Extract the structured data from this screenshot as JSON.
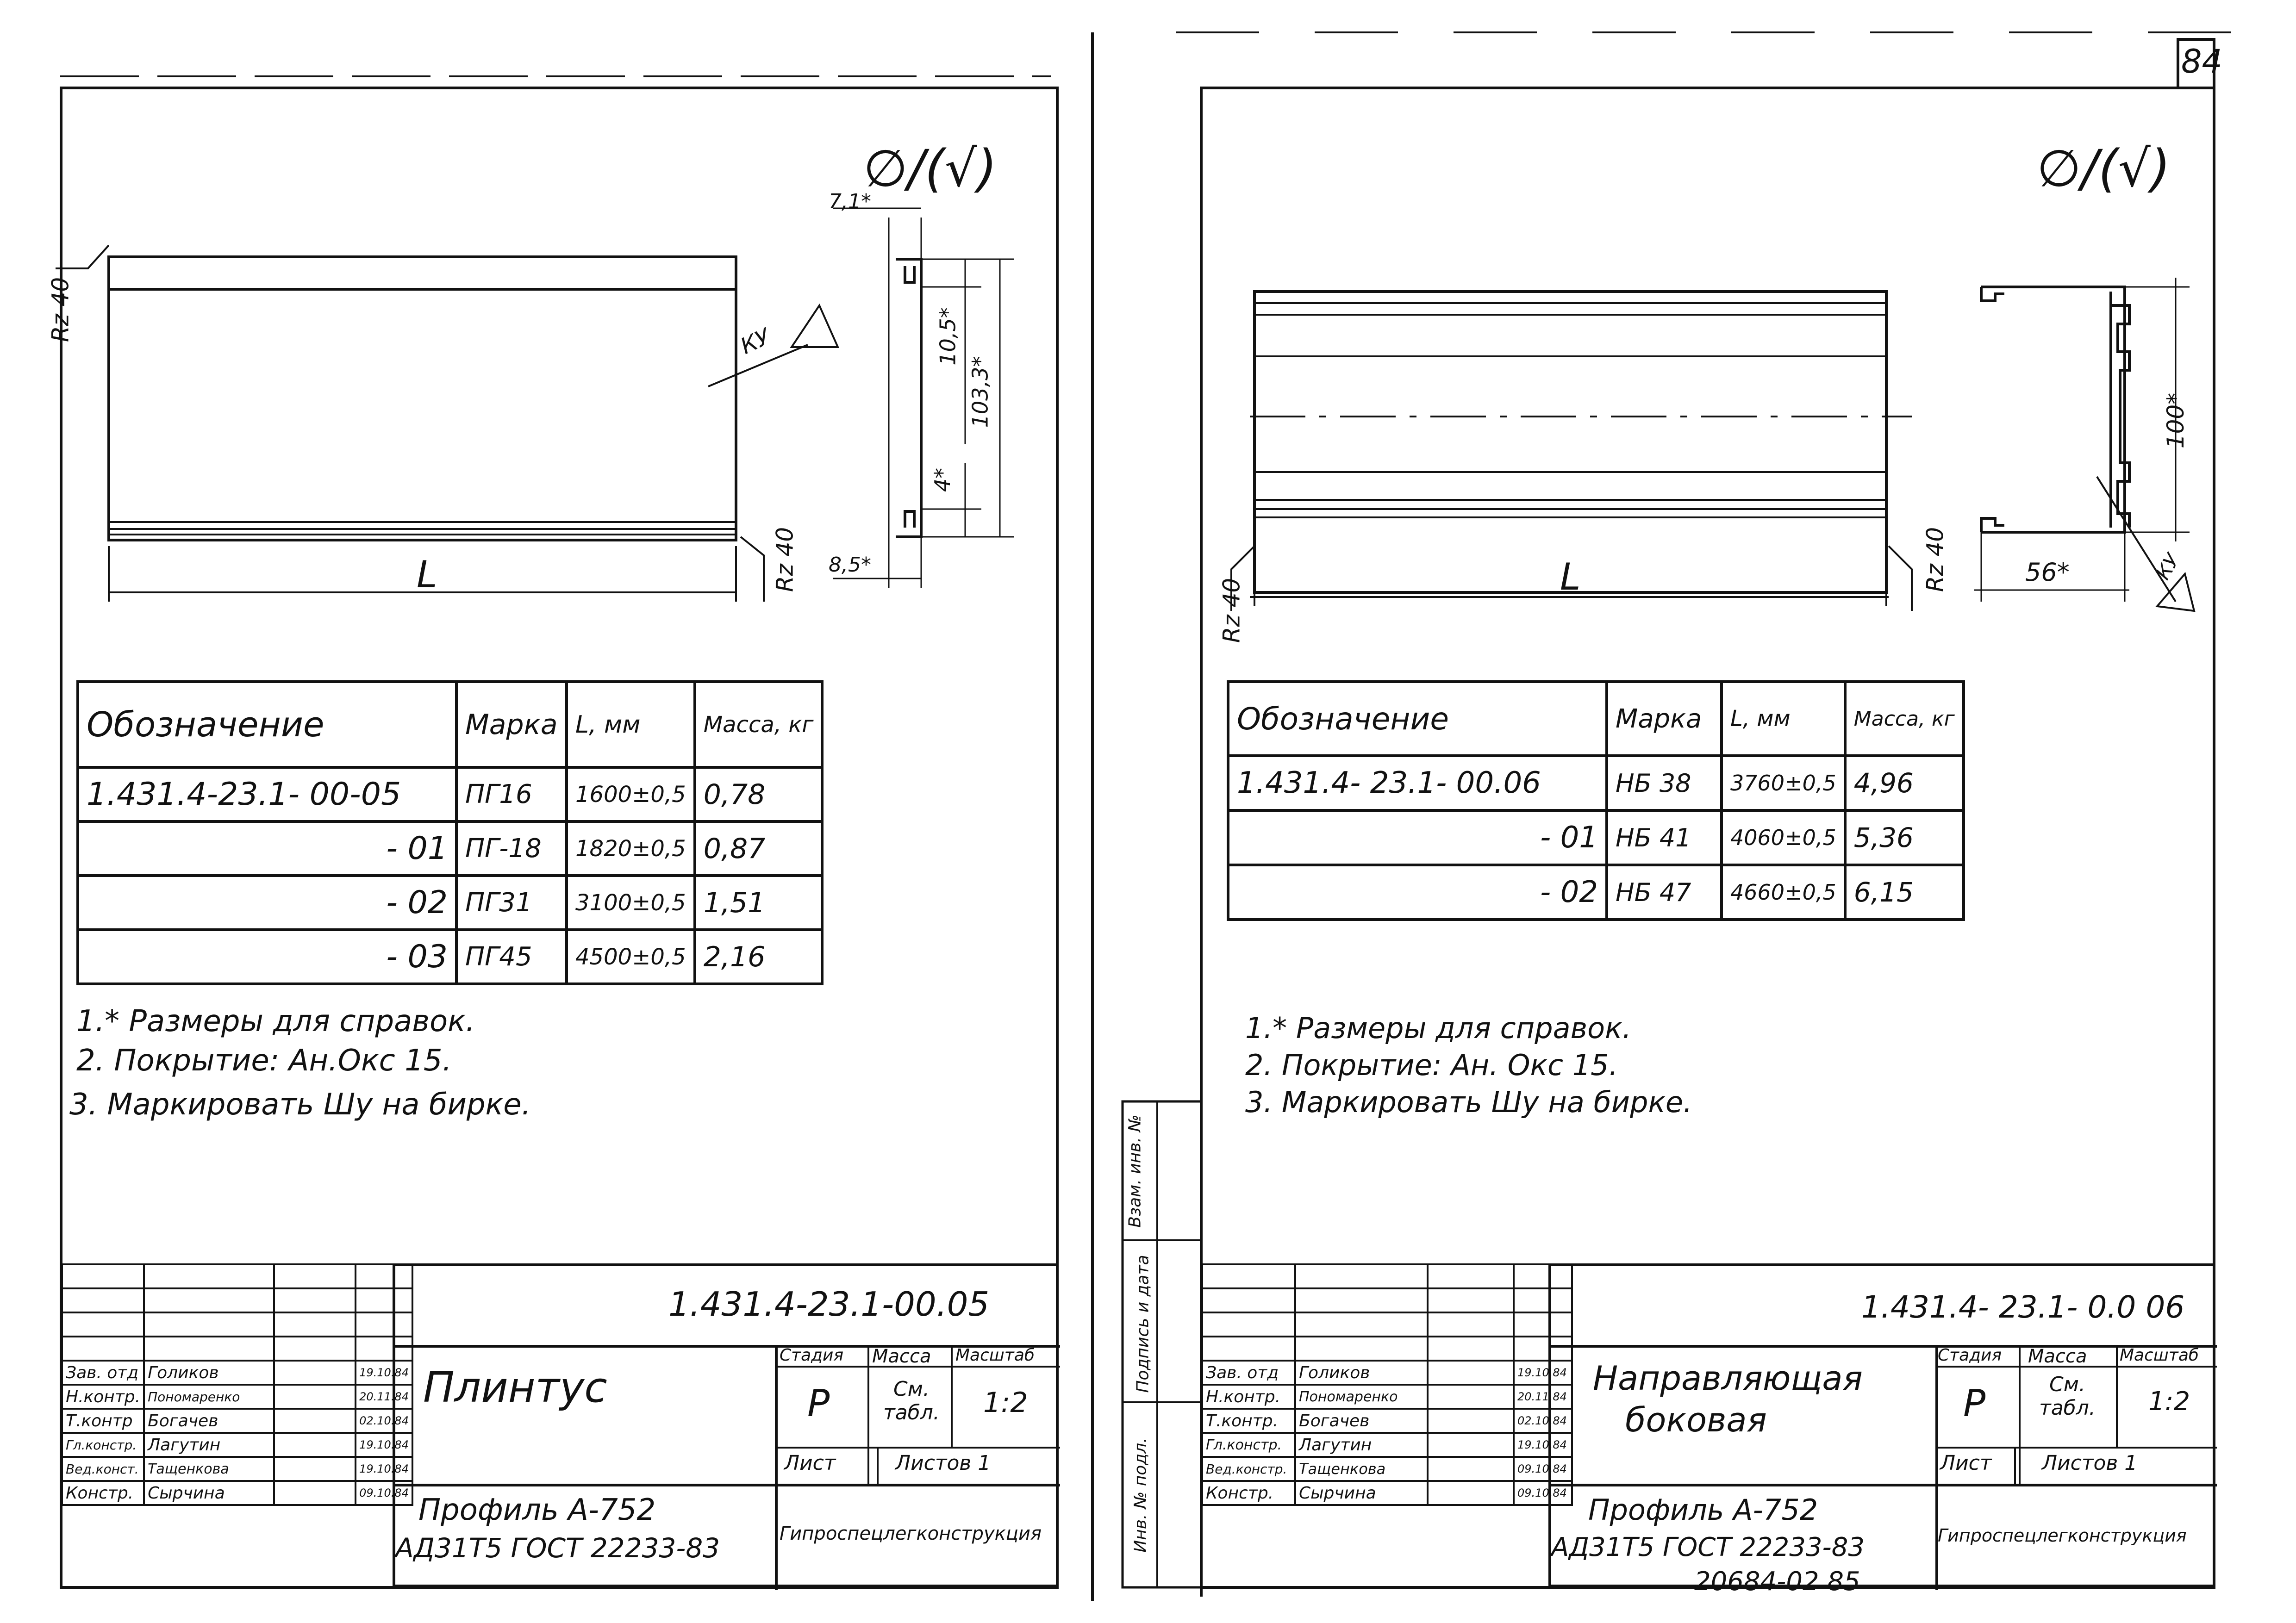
{
  "sheet_number": "84",
  "footer_stamp": "20684-02   85",
  "left": {
    "roughness_symbol": "∅/(√)",
    "rz_top": "Rz 40",
    "rz_bottom": "Rz 40",
    "length_label": "L",
    "marking": "КУ",
    "dims": [
      "7,1*",
      "10,5*",
      "103,3*",
      "4*",
      "8,5*"
    ],
    "table": {
      "headers": [
        "Обозначение",
        "Марка",
        "L, мм",
        "Масса, кг"
      ],
      "rows": [
        [
          "1.431.4-23.1- 00-05",
          "ПГ16",
          "1600±0,5",
          "0,78"
        ],
        [
          "- 01",
          "ПГ-18",
          "1820±0,5",
          "0,87"
        ],
        [
          "- 02",
          "ПГ31",
          "3100±0,5",
          "1,51"
        ],
        [
          "- 03",
          "ПГ45",
          "4500±0,5",
          "2,16"
        ]
      ]
    },
    "notes": [
      "1.* Размеры для справок.",
      "2. Покрытие: Ан.Окс 15.",
      "3. Маркировать Шу на бирке."
    ],
    "title_block": {
      "doc_code": "1.431.4-23.1-00.05",
      "name": "Плинтус",
      "stage_h": "Стадия",
      "mass_h": "Масса",
      "scale_h": "Масштаб",
      "stage": "Р",
      "mass": "См. табл.",
      "scale": "1:2",
      "sheet": "Лист",
      "sheets": "Листов 1",
      "material1": "Профиль А-752",
      "material2": "АД31Т5 ГОСТ 22233-83",
      "org": "Гипроспецлегконструкция",
      "signers": [
        [
          "Зав. отд",
          "Голиков",
          "19.10.84"
        ],
        [
          "Н.контр.",
          "Пономаренко",
          "20.11.84"
        ],
        [
          "Т.контр",
          "Богачев",
          "02.10.84"
        ],
        [
          "Гл.констр.",
          "Лагутин",
          "19.10.84"
        ],
        [
          "Вед.конст.",
          "Тащенкова",
          "19.10.84"
        ],
        [
          "Констр.",
          "Сырчина",
          "09.10.84"
        ]
      ]
    }
  },
  "right": {
    "roughness_symbol": "∅/(√)",
    "rz_left": "Rz 40",
    "rz_right": "Rz 40",
    "length_label": "L",
    "marking": "КУ",
    "dims": [
      "100*",
      "56*"
    ],
    "table": {
      "headers": [
        "Обозначение",
        "Марка",
        "L, мм",
        "Масса, кг"
      ],
      "rows": [
        [
          "1.431.4- 23.1- 00.06",
          "НБ 38",
          "3760±0,5",
          "4,96"
        ],
        [
          "- 01",
          "НБ 41",
          "4060±0,5",
          "5,36"
        ],
        [
          "- 02",
          "НБ 47",
          "4660±0,5",
          "6,15"
        ]
      ]
    },
    "notes": [
      "1.* Размеры для справок.",
      "2. Покрытие: Ан. Окс 15.",
      "3. Маркировать Шу на бирке."
    ],
    "side_labels": [
      "Взам. инв. №",
      "Подпись и дата",
      "Инв. № подл."
    ],
    "title_block": {
      "doc_code": "1.431.4- 23.1- 0.0 06",
      "name1": "Направляющая",
      "name2": "боковая",
      "stage_h": "Стадия",
      "mass_h": "Масса",
      "scale_h": "Масштаб",
      "stage": "Р",
      "mass": "См. табл.",
      "scale": "1:2",
      "sheet": "Лист",
      "sheets": "Листов 1",
      "material1": "Профиль А-752",
      "material2": "АД31Т5 ГОСТ 22233-83",
      "org": "Гипроспецлегконструкция",
      "signers": [
        [
          "Зав. отд",
          "Голиков",
          "19.10.84"
        ],
        [
          "Н.контр.",
          "Пономаренко",
          "20.11.84"
        ],
        [
          "Т.контр.",
          "Богачев",
          "02.10.84"
        ],
        [
          "Гл.констр.",
          "Лагутин",
          "19.10.84"
        ],
        [
          "Вед.констр.",
          "Тащенкова",
          "09.10.84"
        ],
        [
          "Констр.",
          "Сырчина",
          "09.10.84"
        ]
      ]
    }
  }
}
